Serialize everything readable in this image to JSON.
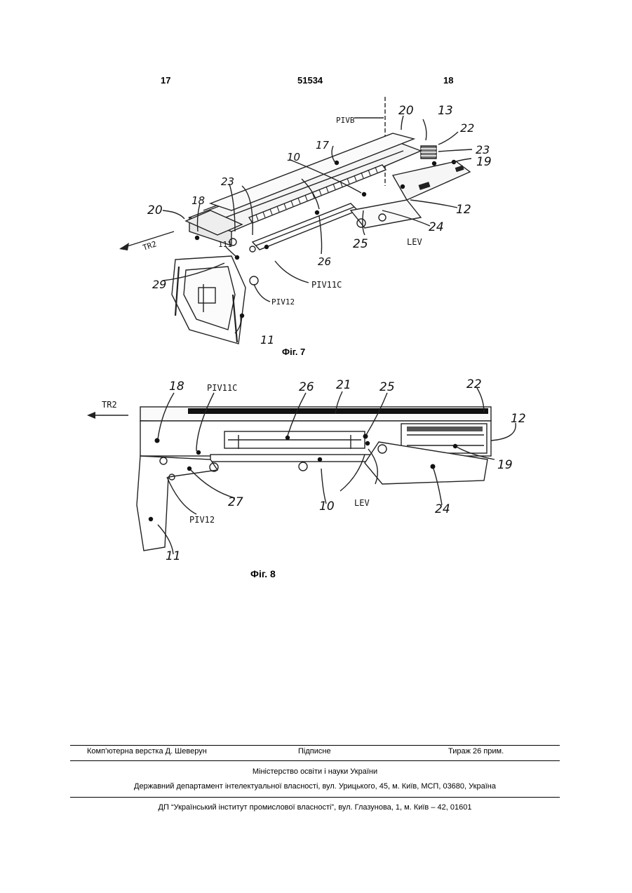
{
  "header": {
    "left_page": "17",
    "doc_number": "51534",
    "right_page": "18"
  },
  "figure7": {
    "caption": "Фіг. 7",
    "labels": {
      "pivb": "PIVB",
      "n20a": "20",
      "n13": "13",
      "n22": "22",
      "n23a": "23",
      "n19": "19",
      "n17": "17",
      "n10": "10",
      "n23b": "23",
      "n18": "18",
      "n20b": "20",
      "n12": "12",
      "n24": "24",
      "n25": "25",
      "lev": "LEV",
      "tr2": "TR2",
      "n111": "111",
      "n26": "26",
      "n29": "29",
      "piv11c": "PIV11C",
      "piv12": "PIV12",
      "n11": "11"
    }
  },
  "figure8": {
    "caption": "Фіг. 8",
    "labels": {
      "n18": "18",
      "piv11c": "PIV11C",
      "n26": "26",
      "n21": "21",
      "n25": "25",
      "n22": "22",
      "tr2": "TR2",
      "n12": "12",
      "n19": "19",
      "n27": "27",
      "n10": "10",
      "lev": "LEV",
      "n24": "24",
      "piv12": "PIV12",
      "n11": "11"
    }
  },
  "footer": {
    "layout_credit": "Комп’ютерна верстка Д. Шеверун",
    "signed": "Підписне",
    "circulation": "Тираж 26 прим.",
    "ministry": "Міністерство освіти і науки України",
    "department": "Державний департамент інтелектуальної власності, вул. Урицького, 45, м. Київ, МСП, 03680, Україна",
    "institute": "ДП “Український інститут промислової власності”, вул. Глазунова, 1, м. Київ – 42, 01601"
  }
}
